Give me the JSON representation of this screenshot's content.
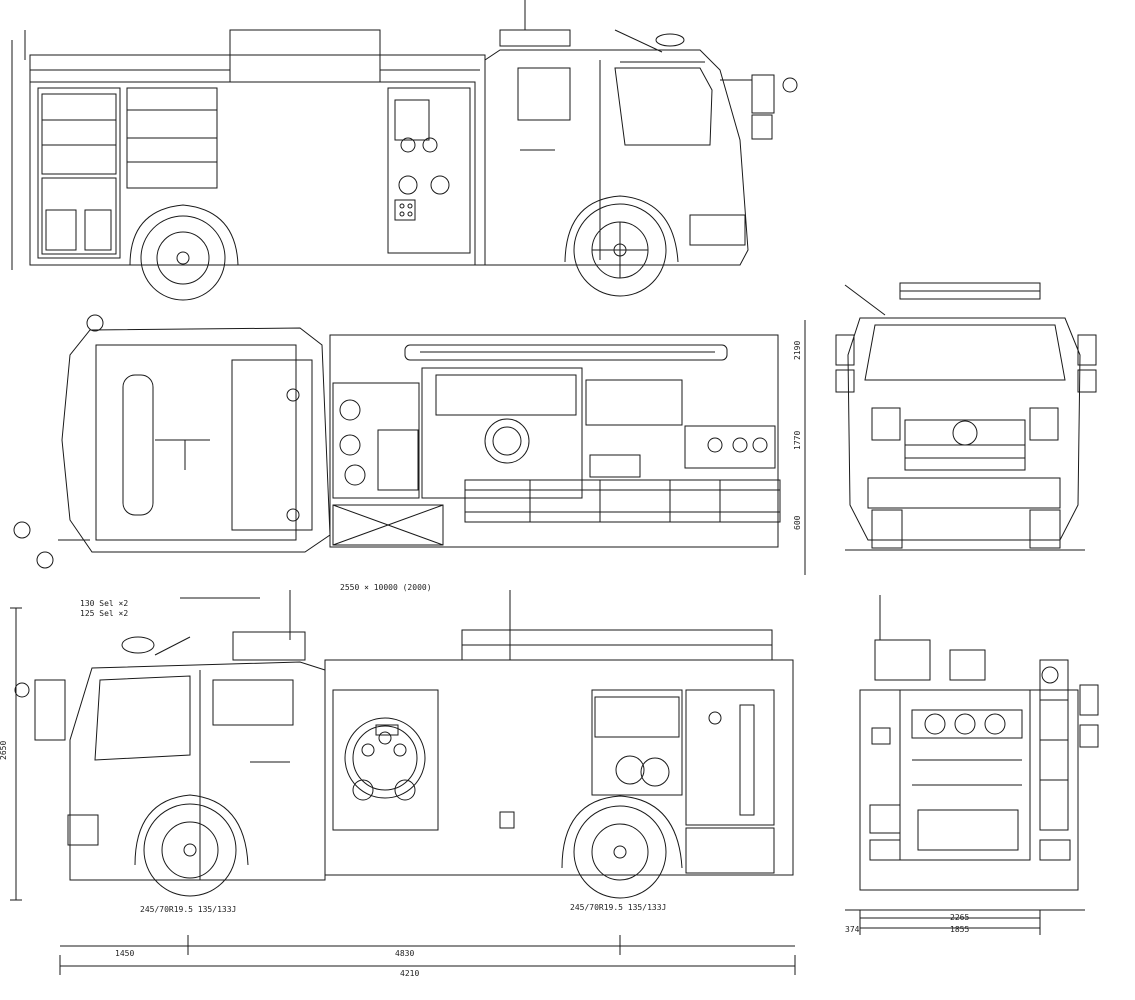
{
  "drawing": {
    "views": [
      "left-side-view",
      "top-view",
      "front-view",
      "right-side-view",
      "rear-view"
    ],
    "dimensions": {
      "overall_length": "4210",
      "wheelbase": "4830",
      "front_overhang": "1450",
      "overall_height": "2650",
      "top_width_a": "2190",
      "top_width_b": "1770",
      "top_width_c": "600",
      "rear_track": "2265",
      "rear_width": "1855",
      "rear_offset": "374",
      "top_note": "2550 × 10000 (2000)"
    },
    "notes": {
      "front_tyre": "245/70R19.5 135/133J",
      "rear_tyre": "245/70R19.5 135/133J",
      "light_line_1": "130 Sel ×2",
      "light_line_2": "125 Sel ×2"
    }
  }
}
